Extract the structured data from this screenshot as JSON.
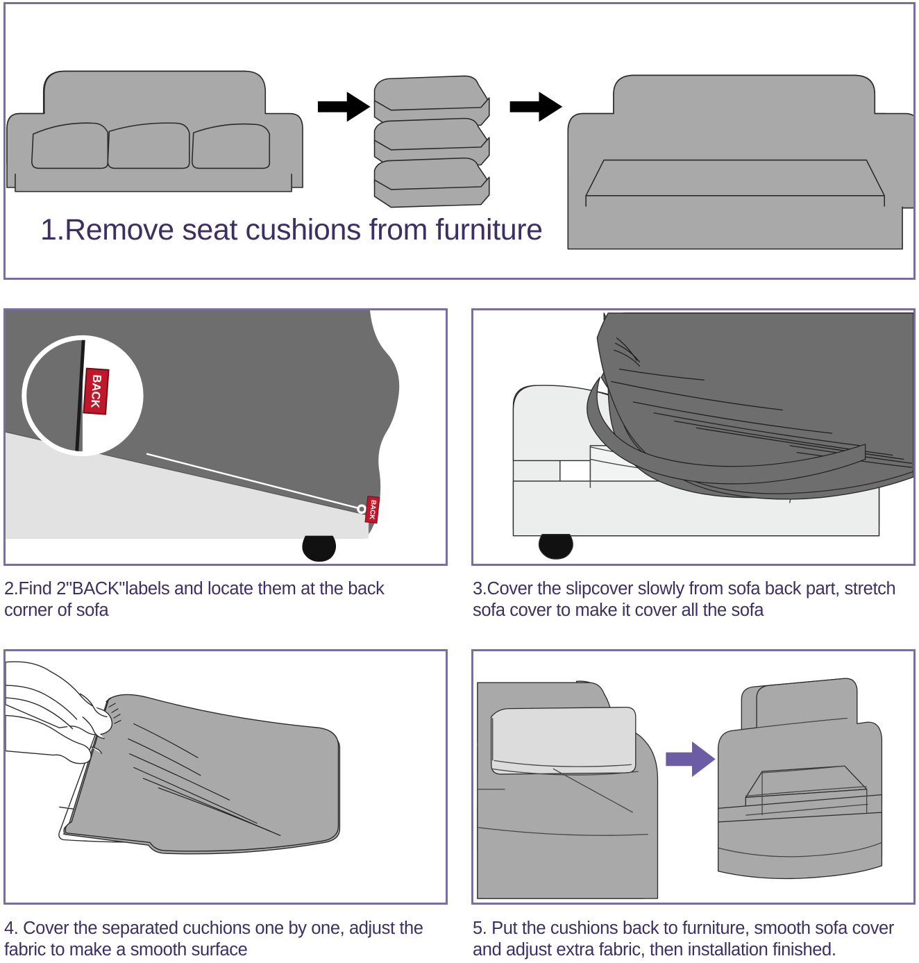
{
  "document": {
    "title": "Sofa Slipcover Installation Instructions",
    "accent_color": "#7a6e9e",
    "text_color": "#3e2f63",
    "fabric_gray": "#a9a9a9",
    "fabric_dark_gray": "#6e6e6e",
    "fabric_light_gray": "#e8e8e8",
    "label_red": "#c0182b",
    "arrow_black": "#000000",
    "arrow_purple": "#6b5ca5"
  },
  "steps": [
    {
      "number": "1.",
      "caption": "1.Remove seat cushions from furniture",
      "panel_name": "step-1-remove-cushions",
      "figures": [
        "sofa-with-cushions",
        "arrow-right",
        "cushion-stack",
        "arrow-right",
        "sofa-without-cushions"
      ]
    },
    {
      "number": "2.",
      "caption": "2.Find 2\"BACK\"labels and locate them at the back\ncorner of sofa",
      "panel_name": "step-2-find-back-labels",
      "labels": [
        "BACK",
        "BACK"
      ],
      "figures": [
        "magnifier-circle",
        "back-label-zoom",
        "back-label-corner",
        "pointer-line",
        "sofa-underside"
      ]
    },
    {
      "number": "3.",
      "caption": "3.Cover the slipcover slowly from sofa back part, stretch\nsofa cover to make it cover all the sofa",
      "panel_name": "step-3-cover-slipcover",
      "figures": [
        "sofa-side-view",
        "draped-slipcover"
      ]
    },
    {
      "number": "4.",
      "caption": "4. Cover the separated cuchions one by one, adjust the\nfabric to make a smooth surface",
      "panel_name": "step-4-cover-cushions",
      "figures": [
        "hands-stretching-cover",
        "cushion-with-cover"
      ]
    },
    {
      "number": "5.",
      "caption": "5.  Put the cushions back to furniture, smooth sofa cover\nand adjust extra fabric, then installation finished.",
      "panel_name": "step-5-put-cushions-back",
      "figures": [
        "armchair-cushion-placing",
        "arrow-right-purple",
        "armchair-finished"
      ]
    }
  ]
}
